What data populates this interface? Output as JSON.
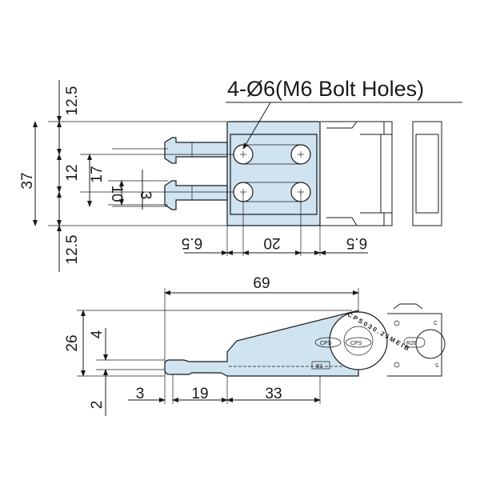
{
  "callout": {
    "hole_note": "4-Ø6(M6 Bolt Holes)"
  },
  "top_view": {
    "dims": {
      "top_margin": "12.5",
      "overall_height": "37",
      "pitch_12": "12",
      "span_17": "17",
      "phi_10": "10",
      "phi_3": "3",
      "bottom_margin": "12.5",
      "left_offset": "6.5",
      "hole_pitch": "20",
      "right_offset": "6.5"
    }
  },
  "side_view": {
    "dims": {
      "length_69": "69",
      "height_26": "26",
      "step_4": "4",
      "thick_2": "2",
      "gap_3": "3",
      "len_19": "19",
      "len_33": "33"
    },
    "chain_labels": {
      "brand_text": "C P S 0 3 0 . 2 5 M E I B",
      "logo_left": "CPS",
      "logo_right": "CPS",
      "radius_label": "R28",
      "b1_label": "B1",
      "next_link_top": "C",
      "next_link_bottom": "5"
    }
  },
  "colors": {
    "part_fill": "#cfe3f1",
    "line": "#1a1a1a",
    "background": "#ffffff"
  }
}
